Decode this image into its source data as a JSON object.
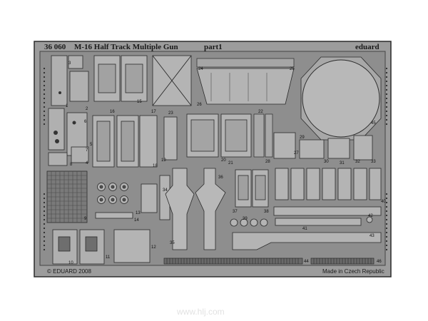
{
  "fret": {
    "code": "36 060",
    "title": "M-16 Half Track Multiple Gun",
    "part": "part1",
    "brand": "eduard",
    "copyright": "© EDUARD 2008",
    "made_in": "Made in Czech Republic"
  },
  "watermark": {
    "site": "www.hlj.com"
  },
  "part_numbers": [
    "1",
    "2",
    "3",
    "4",
    "5",
    "6",
    "7",
    "8",
    "9",
    "10",
    "11",
    "12",
    "13",
    "14",
    "15",
    "16",
    "17",
    "18",
    "19",
    "20",
    "21",
    "22",
    "23",
    "24",
    "25",
    "26",
    "27",
    "28",
    "29",
    "30",
    "31",
    "32",
    "33",
    "34",
    "35",
    "36",
    "37",
    "38",
    "39",
    "40",
    "41",
    "42",
    "43",
    "44",
    "45",
    "46"
  ],
  "colors": {
    "fret_fill": "#9c9c9c",
    "fret_dark": "#5e5e5e",
    "part_light": "#b4b4b4",
    "outline": "#2b2b2b"
  }
}
